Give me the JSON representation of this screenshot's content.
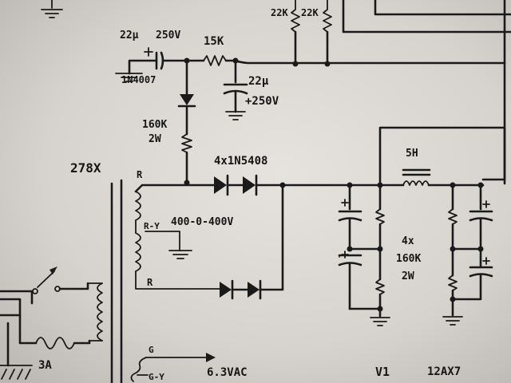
{
  "labels": {
    "cap_in_value": "22µ",
    "cap_in_voltage": "250V",
    "res_15k": "15K",
    "res_22k_a": "22K",
    "res_22k_b": "22K",
    "cap_filter_value": "22µ",
    "cap_filter_voltage": "+250V",
    "diode_1n4007": "1N4007",
    "res_160k_value": "160K",
    "res_160k_power": "2W",
    "transformer": "278X",
    "diodes_1n5408": "4x1N5408",
    "winding_r_top": "R",
    "winding_r_ct": "R-Y",
    "winding_r_bottom": "R",
    "secondary_voltage": "400-0-400V",
    "choke": "5H",
    "bleeders_count": "4x",
    "bleeders_value": "160K",
    "bleeders_power": "2W",
    "fuse": "3A",
    "heater_g": "G",
    "heater_gy": "G-Y",
    "heater_voltage": "6.3VAC",
    "tube_v1": "V1",
    "tube_type": "12AX7"
  }
}
